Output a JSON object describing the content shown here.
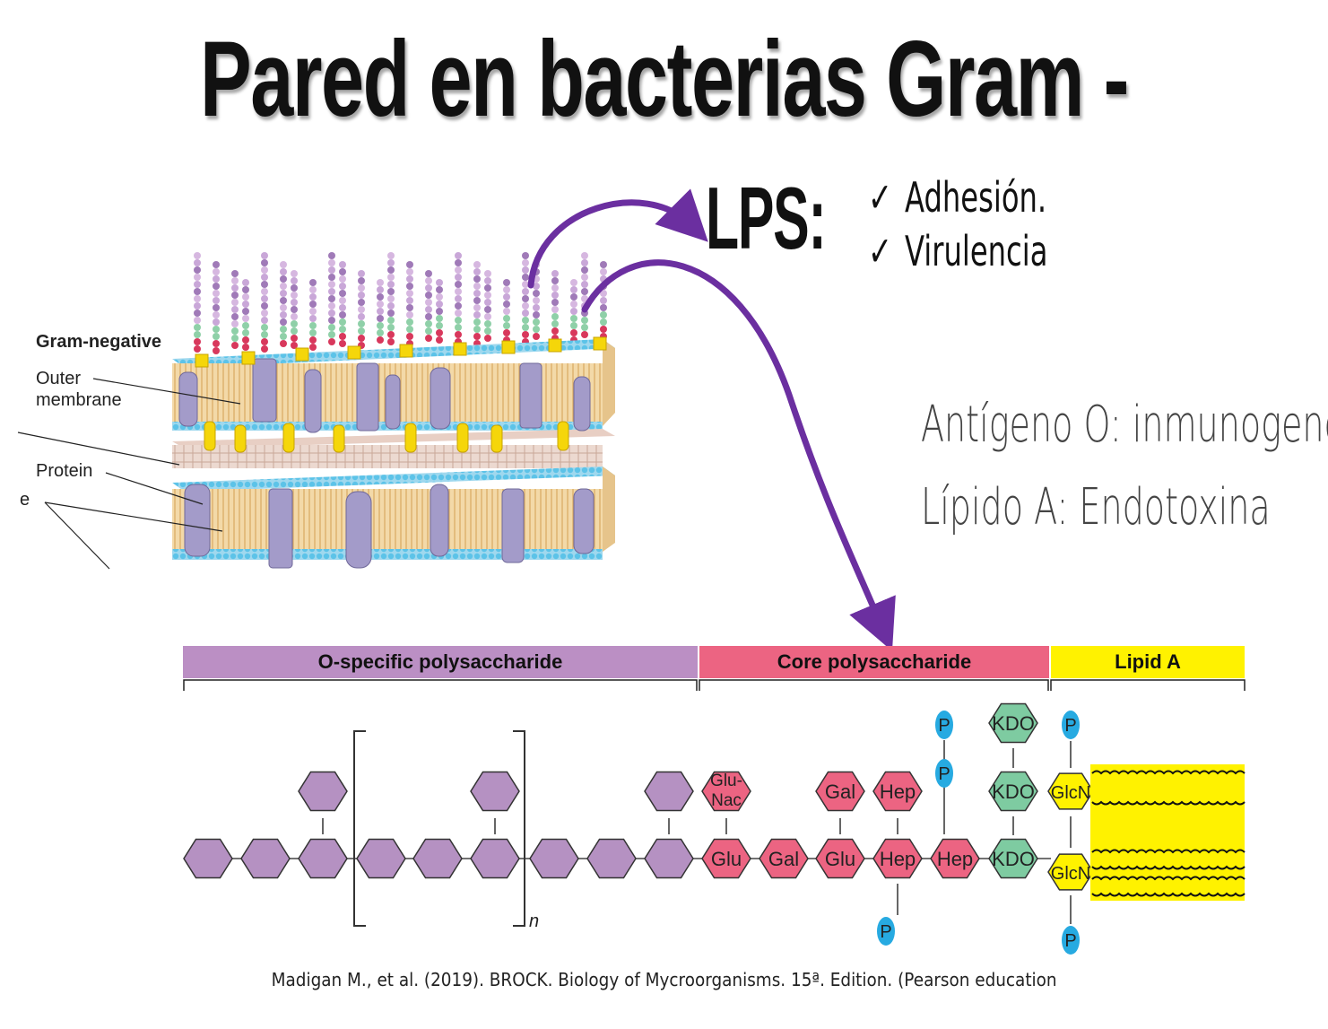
{
  "title": "Pared en bacterias Gram -",
  "lps": {
    "label": "LPS:",
    "checks": [
      {
        "mark": "✓",
        "text": "Adhesión."
      },
      {
        "mark": "✓",
        "text": "Virulencia"
      }
    ]
  },
  "info": {
    "line1": "Antígeno O: inmunogeno",
    "line2": "Lípido A: Endotoxina"
  },
  "membrane": {
    "header": "Gram-negative",
    "outer_membrane_1": "Outer",
    "outer_membrane_2": "membrane",
    "protein": "Protein",
    "partial": "e"
  },
  "lps_structure": {
    "segments": [
      {
        "label": "O-specific polysaccharide",
        "color": "#bb8fc4"
      },
      {
        "label": "Core polysaccharide",
        "color": "#ec6482"
      },
      {
        "label": "Lipid A",
        "color": "#fff200"
      }
    ],
    "repeat_symbol": "n",
    "core_units": {
      "glunac_1": "Glu-",
      "glunac_2": "Nac",
      "glu1": "Glu",
      "gal1": "Gal",
      "glu2": "Glu",
      "gal2": "Gal",
      "hep1": "Hep",
      "hep2": "Hep",
      "hep3": "Hep",
      "kdo1": "KDO",
      "kdo2": "KDO",
      "kdo3": "KDO",
      "glcn1": "GlcN",
      "glcn2": "GlcN",
      "phosphate": "P"
    },
    "colors": {
      "o_sugar": "#b591c2",
      "core_sugar": "#ec6482",
      "kdo": "#7ecba1",
      "glcn": "#fff200",
      "phosphate": "#27aae1",
      "arrow": "#6b2fa0"
    }
  },
  "citation": "Madigan M., et al. (2019). BROCK. Biology of Mycroorganisms. 15ª. Edition. (Pearson education"
}
